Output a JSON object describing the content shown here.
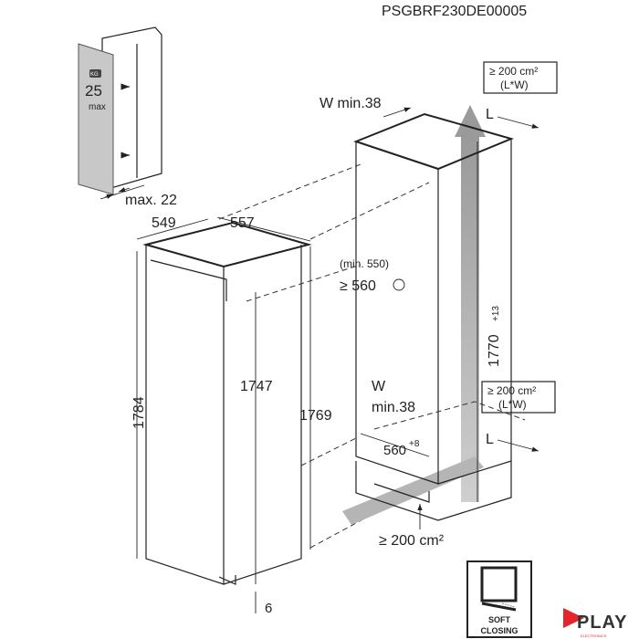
{
  "header": {
    "code": "PSGBRF230DE00005"
  },
  "door_panel": {
    "weight_unit": "KG",
    "weight_value": "25",
    "weight_label": "max",
    "thickness": "max. 22"
  },
  "appliance": {
    "width": "549",
    "depth": "557",
    "height_total": "1784",
    "height_body": "1747",
    "height_side": "1769",
    "bottom_gap": "6"
  },
  "niche": {
    "top_vent_area": "≥ 200 cm²",
    "top_vent_formula": "(L*W)",
    "top_w": "W min.38",
    "top_l": "L",
    "depth_min_note": "(min. 550)",
    "depth_recommended": "≥ 560",
    "height": "1770",
    "height_tolerance": "+13",
    "bottom_vent_area": "≥ 200 cm²",
    "bottom_vent_formula": "(L*W)",
    "bottom_w_label": "W",
    "bottom_w_value": "min.38",
    "bottom_l": "L",
    "width": "560",
    "width_tolerance": "+8",
    "plinth_vent_area": "≥ 200 cm²"
  },
  "badge": {
    "line1": "SOFT",
    "line2": "CLOSING"
  },
  "logo": {
    "name": "PLAY",
    "tagline": "ELECTRONICS"
  },
  "colors": {
    "panel_gray": "#c8c8c8",
    "airflow_gray": "#b5b5b5",
    "logo_red": "#e3262b"
  }
}
